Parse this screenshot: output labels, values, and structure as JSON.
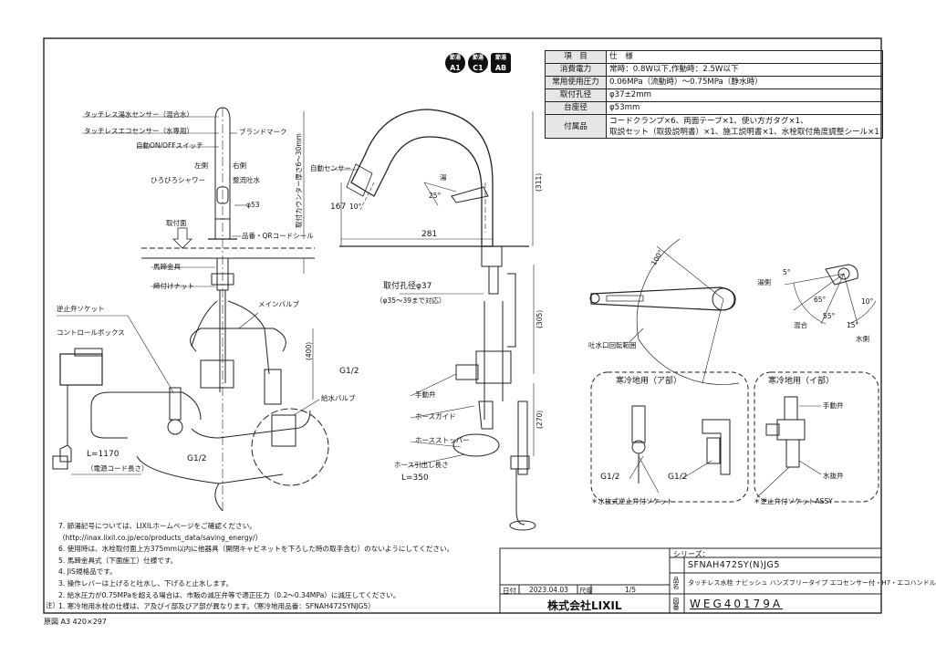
{
  "badges": [
    "A1",
    "C1",
    "AB"
  ],
  "spec_table": {
    "header": {
      "item": "項　目",
      "spec": "仕　様"
    },
    "rows": [
      {
        "label": "消費電力",
        "value": "常時：0.8W以下,作動時：2.5W以下"
      },
      {
        "label": "常用使用圧力",
        "value": "0.06MPa（流動時）～0.75MPa（静水時）"
      },
      {
        "label": "取付孔径",
        "value": "φ37±2mm"
      },
      {
        "label": "台座径",
        "value": "φ53mm"
      },
      {
        "label": "付属品",
        "value": "コードクランプ×6、両面テープ×1、使い方ガタグ×1、",
        "value2": "取説セット（取扱説明書）×1、施工説明書×1、水栓取付角度調整シール×1"
      }
    ]
  },
  "front_view": {
    "touchless_sensor_mix": "タッチレス湯水センサー（混合水）",
    "touchless_eco_sensor": "タッチレスエコセンサー（水専用）",
    "auto_switch": "自動ON/OFFスイッチ",
    "brand_mark": "ブランドマーク",
    "left_side": "左側",
    "right_side": "右側",
    "wide_shower": "ひろびろシャワー",
    "straight_flow": "整流吐水",
    "dia53": "φ53",
    "mount_surface": "取付面",
    "part_qr": "品番・QRコードシール",
    "counter_thickness": "取付カウンター厚さ6～30mm",
    "horseshoe": "馬蹄金具",
    "tighten_nut": "締付けナット",
    "main_valve": "メインバルブ",
    "check_valve_socket": "逆止弁ソケット",
    "control_box": "コントロールボックス",
    "g12_right": "G1/2",
    "supply_valve": "給水バルブ",
    "dim_400": "(400)",
    "g12_bottom": "G1/2",
    "cord_length": "L=1170",
    "cord_label": "（電源コード長さ）"
  },
  "side_view": {
    "auto_sensor": "自動センサー",
    "dim_311": "(311)",
    "dim_167": "167",
    "dim_281": "281",
    "dim_305": "(305)",
    "dim_270": "(270)",
    "angle_10": "10°",
    "angle_25": "25°",
    "hot": "湯",
    "mount_hole": "取付孔径φ37",
    "mount_hole_range": "（φ35～39まで対応）",
    "manual_valve": "手動弁",
    "hose_guide": "ホースガイド",
    "hose_stopper": "ホースストッパー",
    "hose_pull": "ホース引出し長さ",
    "hose_len": "L=350"
  },
  "top_view": {
    "angle_100": "100°",
    "spout_range": "吐水口回転範囲",
    "hot": "湯側",
    "mixed": "混合",
    "cold": "水側",
    "a5": "5°",
    "a65": "65°",
    "a55": "55°",
    "a10": "10°",
    "a15": "15°"
  },
  "cold_a": {
    "title": "寒冷地用（ア部）",
    "g1": "G1/2",
    "g2": "G1/2",
    "drain_socket": "＊水抜式逆止弁付ソケット"
  },
  "cold_i": {
    "title": "寒冷地用（イ部）",
    "manual_valve": "手動弁",
    "drain_valve": "水抜弁",
    "check_assy": "＊逆止弁付ソケットASSY"
  },
  "notes": [
    "7. 節湯記号については、LIXILホームページをご確認ください。",
    "（http://inax.lixil.co.jp/eco/products_data/saving_energy/）",
    "6. 使用時は、水栓取付面上方375mm以内に他器具（開閉キャビネットを下ろした時の取手含む）のないようにしてください。",
    "5. 馬蹄金具式（下面施工）仕様です。",
    "4. JIS規格品です。",
    "3. 操作レバーは上げると吐水し、下げると止水します。",
    "2. 給水圧力が0.75MPaを超える場合は、市販の減圧弁等で適正圧力（0.2～0.34MPa）に減圧してください。",
    "1. 寒冷地用水栓の仕様は、ア及びイ部及びア部が異なります。（寒冷地用品番：SFNAH472SYNJG5）"
  ],
  "notes_prefix": "注）",
  "title_block": {
    "series_label": "シリーズ：",
    "product_code": "SFNAH472SY(N)JG5",
    "name_label": "品名",
    "product_name": "タッチレス水栓 ナビッシュ ハンズフリータイプ エコセンサー付・H7・エコハンドル",
    "date_label": "日付",
    "date": "2023.04.03",
    "scale_label": "尺度",
    "scale": "1/5",
    "company": "株式会社LIXIL",
    "drawing_label": "図番",
    "drawing_no": "WEG40179A"
  },
  "paper": "原図 A3 420×297"
}
